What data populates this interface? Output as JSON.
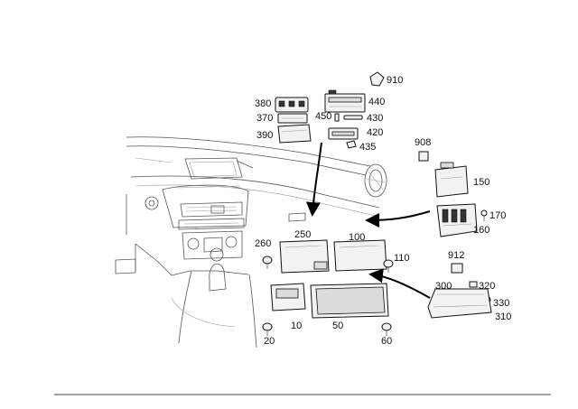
{
  "callouts": {
    "c910": "910",
    "c380": "380",
    "c440": "440",
    "c370": "370",
    "c450": "450",
    "c430": "430",
    "c390": "390",
    "c420": "420",
    "c435": "435",
    "c908": "908",
    "c150": "150",
    "c170": "170",
    "c160": "160",
    "c260": "260",
    "c250": "250",
    "c100": "100",
    "c110": "110",
    "c912": "912",
    "c300": "300",
    "c320": "320",
    "c330": "330",
    "c310": "310",
    "c10": "10",
    "c50": "50",
    "c20": "20",
    "c60": "60"
  }
}
